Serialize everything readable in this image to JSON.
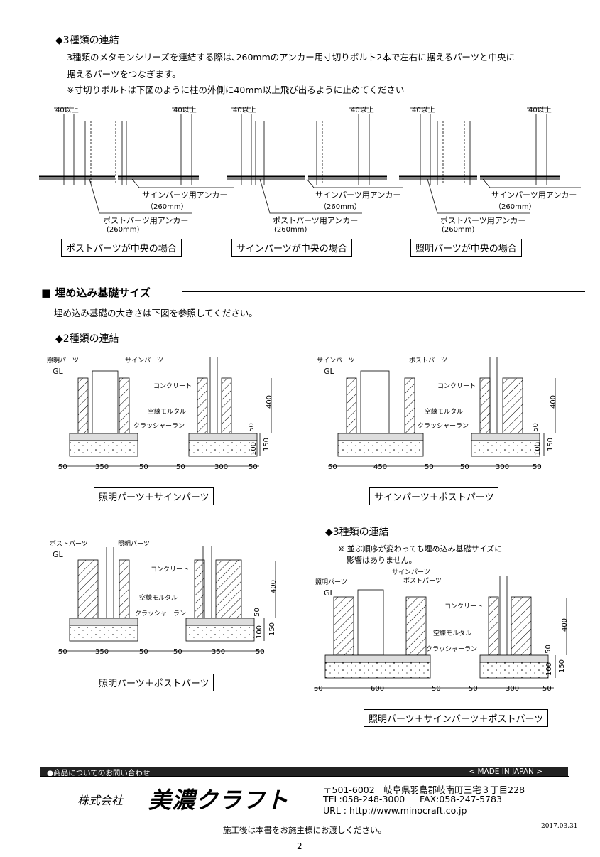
{
  "section_connect3": {
    "heading": "◆3種類の連結",
    "line1": "3種類のメタモンシリーズを連結する際は､260mmのアンカー用寸切りボルト2本で左右に据えるパーツと中央に",
    "line2": "据えるパーツをつなぎます。",
    "line3": "※寸切りボルトは下図のように柱の外側に40mm以上飛び出るように止めてください",
    "dim_label": "40以上",
    "sign_anchor": "サインパーツ用アンカー",
    "post_anchor": "ポストパーツ用アンカー",
    "len": "（260mm）",
    "len2": "(260mm)",
    "cases": [
      "ポストパーツが中央の場合",
      "サインパーツが中央の場合",
      "照明パーツが中央の場合"
    ]
  },
  "section_foundation": {
    "title": "■ 埋め込み基礎サイズ",
    "desc": "埋め込み基礎の大きさは下図を参照してください。",
    "heading2": "◆2種類の連結",
    "heading3": "◆3種類の連結",
    "note1": "※ 並ぶ順序が変わっても埋め込み基礎サイズに",
    "note2": "影響はありません。",
    "labels": {
      "light": "照明パーツ",
      "sign": "サインパーツ",
      "post": "ポストパーツ",
      "gl": "GL",
      "concrete": "コンクリート",
      "mortar": "空練モルタル",
      "crusher": "クラッシャーラン"
    },
    "dims": {
      "d50": "50",
      "d350": "350",
      "d300": "300",
      "d450": "450",
      "d600": "600",
      "d400": "400",
      "d100": "100",
      "d150": "150"
    },
    "captions": [
      "照明パーツ＋サインパーツ",
      "サインパーツ＋ポストパーツ",
      "照明パーツ＋ポストパーツ",
      "照明パーツ＋サインパーツ＋ポストパーツ"
    ]
  },
  "footer": {
    "contact": "●商品についてのお問い合わせ",
    "made": "< MADE IN JAPAN >",
    "company_prefix": "株式会社",
    "company_name": "美濃クラフト",
    "address": "〒501-6002　岐阜県羽島郡岐南町三宅３丁目228",
    "tel": "TEL:058-248-3000",
    "fax": "FAX:058-247-5783",
    "url": "URL : http://www.minocraft.co.jp",
    "date": "2017.03.31",
    "handover": "施工後は本書をお施主様にお渡しください。",
    "page": "2"
  }
}
